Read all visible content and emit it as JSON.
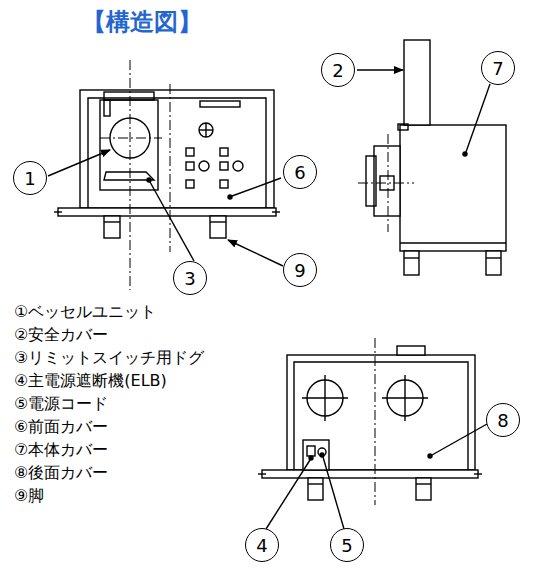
{
  "diagram": {
    "title": "【構造図】",
    "nodes": [
      {
        "text": [
          "7"
        ]
      },
      {
        "text": [
          "2"
        ]
      },
      {
        "text": [
          "6"
        ]
      },
      {
        "text": [
          "1"
        ]
      },
      {
        "text": [
          "9"
        ]
      },
      {
        "text": [
          "3"
        ]
      },
      {
        "text": [
          "8"
        ]
      },
      {
        "text": [
          "4"
        ]
      },
      {
        "text": [
          "5"
        ]
      }
    ],
    "labels": [
      "①ベッセルユニット",
      "②安全カバー",
      "③リミットスイッチ用ドグ",
      "④主電源遮断機(ELB)",
      "⑤電源コード",
      "⑥前面カバー",
      "⑦本体カバー",
      "⑧後面カバー",
      "⑨脚"
    ]
  }
}
